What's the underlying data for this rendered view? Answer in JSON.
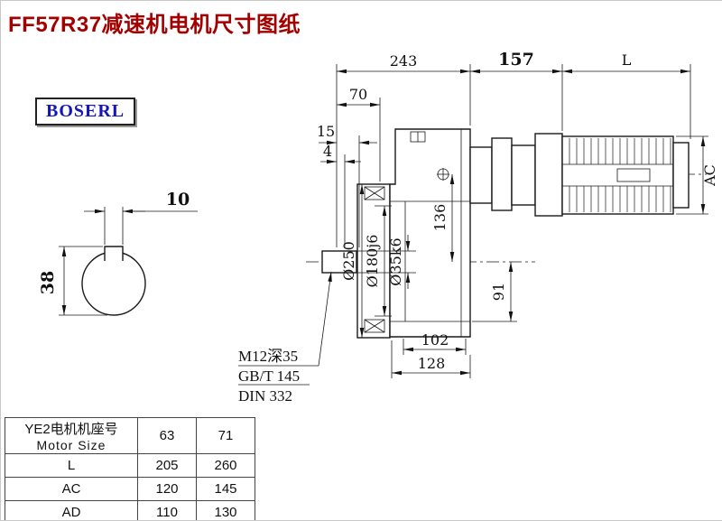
{
  "page": {
    "title": "FF57R37减速机电机尺寸图纸",
    "logo": "BOSERL"
  },
  "drawing": {
    "dims": {
      "width_total": "243",
      "width_motor_flange": "157",
      "motor_length": "L",
      "dim_70": "70",
      "dim_15": "15",
      "dim_4": "4",
      "motor_diameter": "AC",
      "axis_distance": "136",
      "flange_diameter": "Ø250",
      "spigot_diameter": "Ø180j6",
      "shaft_diameter": "Ø35k6",
      "dim_91": "91",
      "foot_102": "102",
      "foot_128": "128",
      "key_width": "10",
      "shaft_section_height": "38"
    },
    "notes": {
      "tap": "M12深35",
      "std1": "GB/T 145",
      "std2": "DIN 332"
    }
  },
  "table": {
    "header_cn": "YE2电机机座号",
    "header_en": "Motor Size",
    "sizes": [
      "63",
      "71"
    ],
    "rows": [
      {
        "label": "L",
        "values": [
          "205",
          "260"
        ]
      },
      {
        "label": "AC",
        "values": [
          "120",
          "145"
        ]
      },
      {
        "label": "AD",
        "values": [
          "110",
          "130"
        ]
      }
    ]
  }
}
